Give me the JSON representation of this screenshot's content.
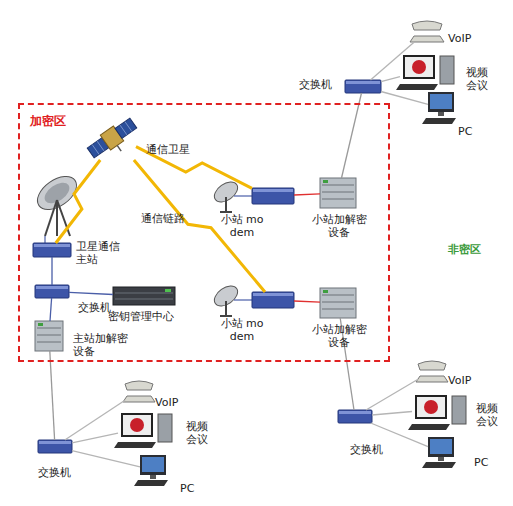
{
  "diagram": {
    "nodes": [
      {
        "text": [
          "加密区"
        ]
      },
      {
        "text": [
          "通信卫星"
        ],
        "in": 0
      },
      {
        "text": [
          "卫星通信主站"
        ],
        "in": 0
      },
      {
        "text": [
          "交换机"
        ],
        "in": 0
      },
      {
        "text": [
          "密钥管理中心"
        ],
        "in": 0
      },
      {
        "text": [
          "主站加解密设备"
        ],
        "in": 0
      },
      {
        "text": [
          "小站 modem"
        ],
        "in": 0
      },
      {
        "text": [
          "小站加解密设备"
        ],
        "in": 0
      },
      {
        "text": [
          "小站 modem"
        ],
        "in": 0
      },
      {
        "text": [
          "小站加解密设备"
        ],
        "in": 0
      },
      {
        "text": [
          "交换机"
        ]
      },
      {
        "text": [
          "VoIP"
        ]
      },
      {
        "text": [
          "视频会议"
        ]
      },
      {
        "text": [
          "PC"
        ]
      },
      {
        "text": [
          "交换机"
        ]
      },
      {
        "text": [
          "VoIP"
        ]
      },
      {
        "text": [
          "视频会议"
        ]
      },
      {
        "text": [
          "PC"
        ]
      },
      {
        "text": [
          "交换机"
        ]
      },
      {
        "text": [
          "VoIP"
        ]
      },
      {
        "text": [
          "视频会议"
        ]
      },
      {
        "text": [
          "PC"
        ]
      }
    ],
    "edges": [
      {
        "from": 1,
        "to": 2,
        "arrow": "none"
      },
      {
        "from": 1,
        "to": 6,
        "arrow": "none"
      },
      {
        "from": 1,
        "to": 8,
        "label": "通信链路",
        "arrow": "none"
      },
      {
        "from": 2,
        "to": 3,
        "arrow": "none"
      },
      {
        "from": 3,
        "to": 4,
        "arrow": "none"
      },
      {
        "from": 3,
        "to": 5,
        "arrow": "none"
      },
      {
        "from": 6,
        "to": 7,
        "arrow": "none"
      },
      {
        "from": 8,
        "to": 9,
        "arrow": "none"
      },
      {
        "from": 7,
        "to": 10,
        "arrow": "none"
      },
      {
        "from": 9,
        "to": 18,
        "arrow": "none"
      },
      {
        "from": 5,
        "to": 14,
        "arrow": "none"
      },
      {
        "from": 10,
        "to": 11,
        "arrow": "none"
      },
      {
        "from": 10,
        "to": 12,
        "arrow": "none"
      },
      {
        "from": 10,
        "to": 13,
        "arrow": "none"
      },
      {
        "from": 14,
        "to": 15,
        "arrow": "none"
      },
      {
        "from": 14,
        "to": 16,
        "arrow": "none"
      },
      {
        "from": 14,
        "to": 17,
        "arrow": "none"
      },
      {
        "from": 18,
        "to": 19,
        "arrow": "none"
      },
      {
        "from": 18,
        "to": 20,
        "arrow": "none"
      },
      {
        "from": 18,
        "to": 21,
        "arrow": "none"
      }
    ],
    "labels": [
      "非密区"
    ]
  }
}
